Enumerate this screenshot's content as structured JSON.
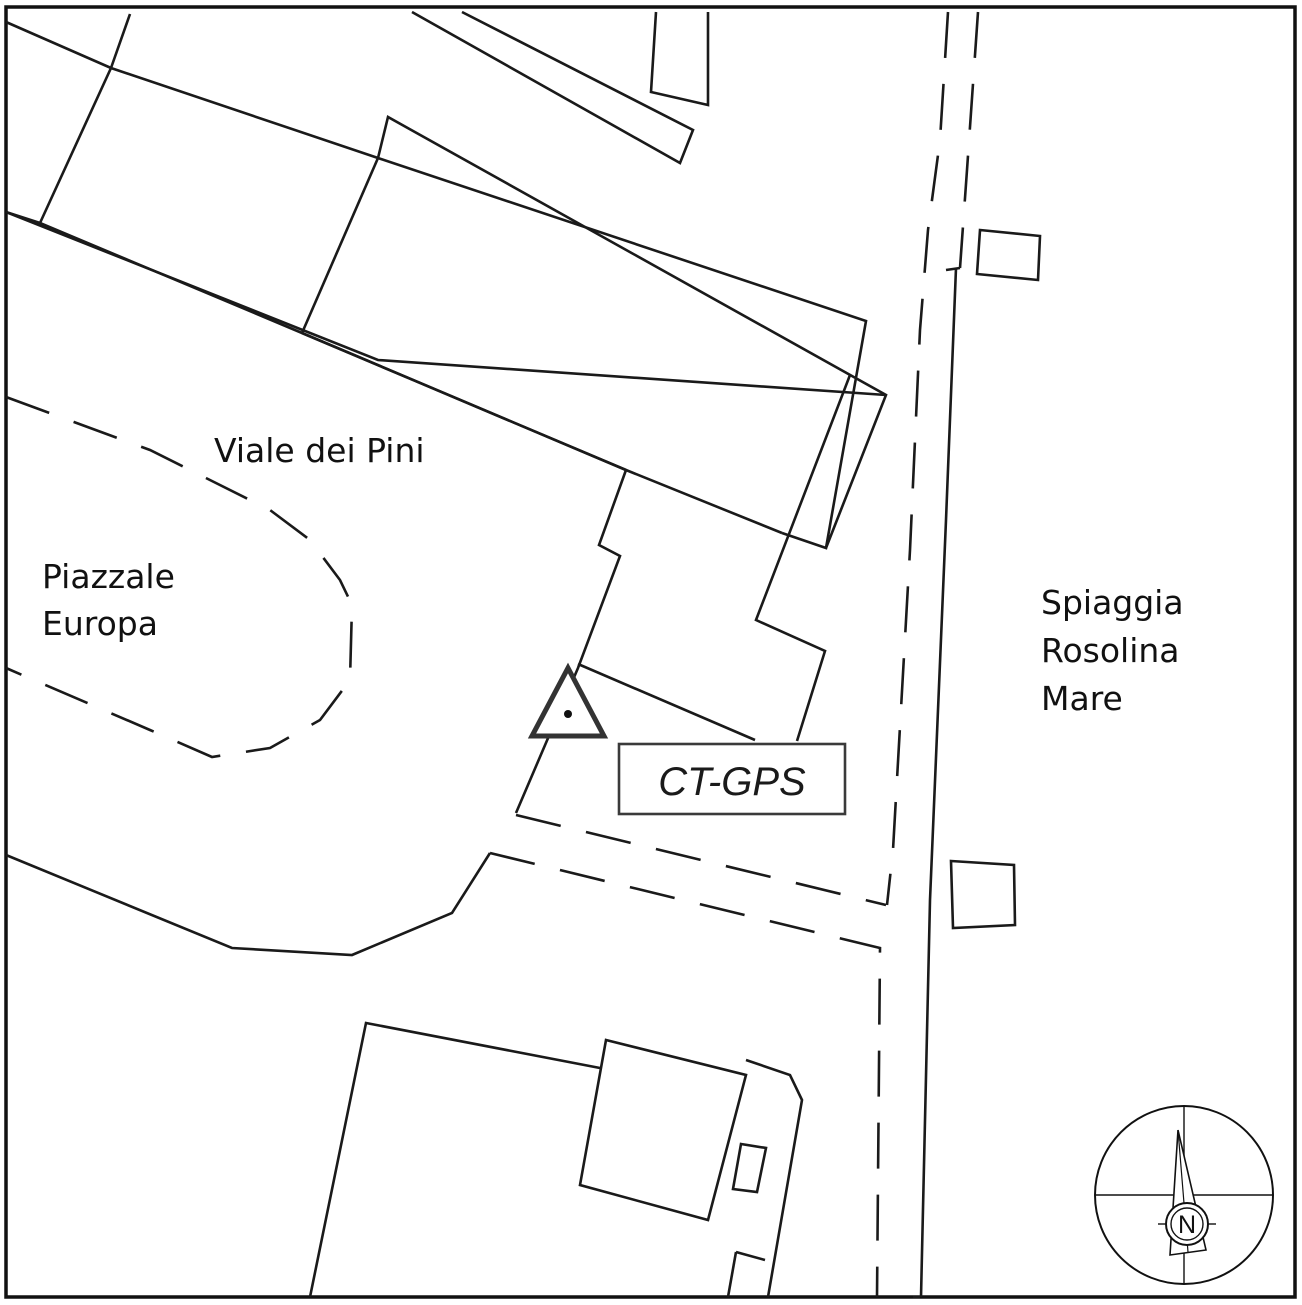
{
  "map": {
    "labels": {
      "street": "Viale dei Pini",
      "square_line1": "Piazzale",
      "square_line2": "Europa",
      "beach_line1": "Spiaggia",
      "beach_line2": "Rosolina",
      "beach_line3": "Mare"
    },
    "station": {
      "label": "CT-GPS",
      "symbol": "triangle-with-dot-icon"
    },
    "north_arrow": {
      "letter": "N",
      "symbol": "compass-rose-icon"
    },
    "colors": {
      "linework": "#1a1a1a",
      "background": "#ffffff",
      "station_box": "#3a3a3a"
    }
  }
}
